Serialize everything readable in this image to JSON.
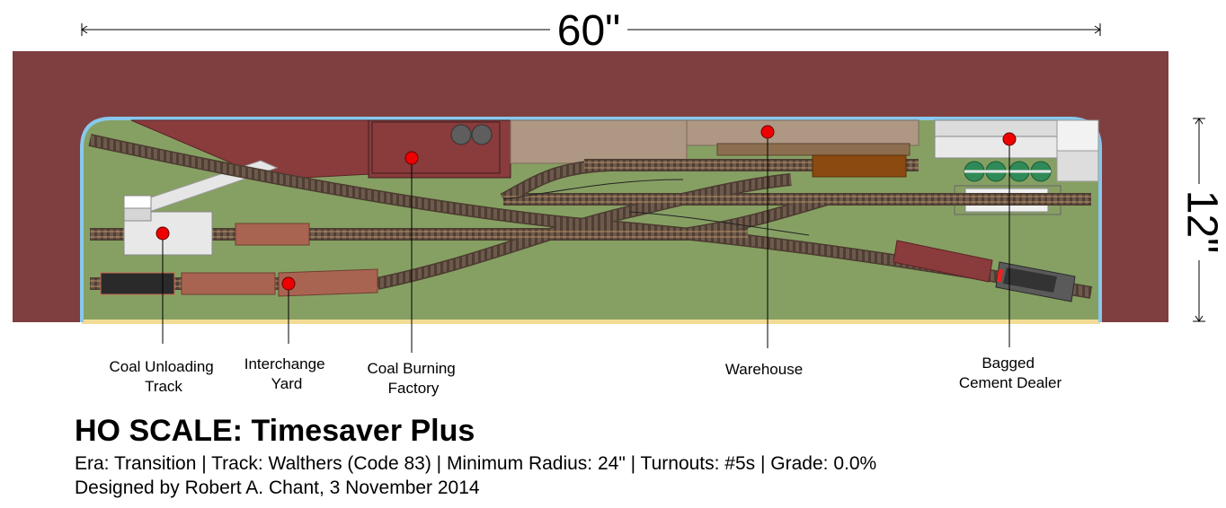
{
  "dimensions": {
    "width_label": "60\"",
    "height_label": "12\""
  },
  "labels": {
    "coal_unloading": [
      "Coal Unloading",
      "Track"
    ],
    "interchange": [
      "Interchange",
      "Yard"
    ],
    "coal_factory": [
      "Coal Burning",
      "Factory"
    ],
    "warehouse": [
      "Warehouse"
    ],
    "cement": [
      "Bagged",
      "Cement Dealer"
    ]
  },
  "info": {
    "title": "HO SCALE: Timesaver Plus",
    "specs": "Era: Transition | Track: Walthers (Code 83) | Minimum Radius: 24\" | Turnouts: #5s | Grade: 0.0%",
    "credit": "Designed by Robert A. Chant, 3 November 2014"
  },
  "colors": {
    "backdrop": "#7f3f40",
    "grass": "#86a063",
    "fascia": "#87c8ec",
    "marker": "#ee0000",
    "track": "#6b4e3e"
  }
}
